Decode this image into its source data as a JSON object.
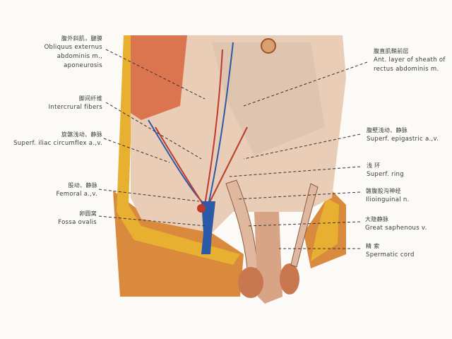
{
  "labels_left": [
    {
      "zh": "腹外斜肌，腱膜",
      "en": [
        "Obliquus externus",
        "abdominis m.,",
        "aponeurosis"
      ]
    },
    {
      "zh": "脚间纤维",
      "en": [
        "Intercrural fibers"
      ]
    },
    {
      "zh": "旋髂浅动、静脉",
      "en": [
        "Superf. iliac circumflex a.,v."
      ]
    },
    {
      "zh": "股动、静脉",
      "en": [
        "Femoral a.,v."
      ]
    },
    {
      "zh": "卵圆窝",
      "en": [
        "Fossa ovalis"
      ]
    }
  ],
  "labels_right": [
    {
      "zh": "腹直肌鞘前层",
      "en": [
        "Ant. layer of sheath of",
        "rectus abdominis m."
      ]
    },
    {
      "zh": "腹壁浅动、静脉",
      "en": [
        "Superf. epigastric a.,v."
      ]
    },
    {
      "zh": "浅 环",
      "en": [
        "Superf. ring"
      ]
    },
    {
      "zh": "髂腹股沟神经",
      "en": [
        "Ilioinguinal n."
      ]
    },
    {
      "zh": "大隐静脉",
      "en": [
        "Great saphenous v."
      ]
    },
    {
      "zh": "精 索",
      "en": [
        "Spermatic cord"
      ]
    }
  ]
}
